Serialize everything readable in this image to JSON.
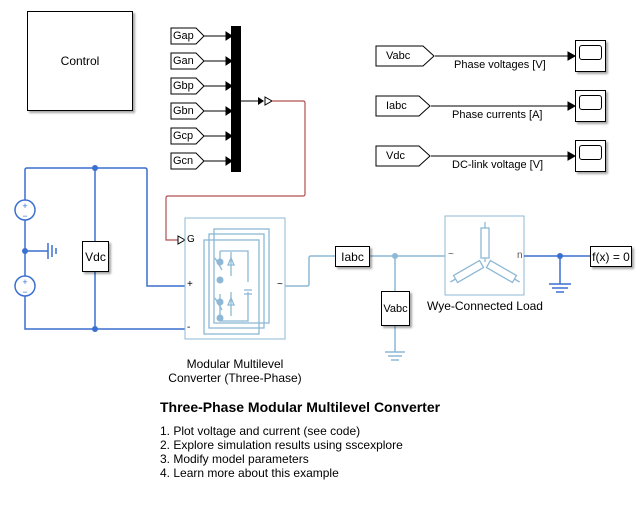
{
  "title": "Three-Phase Modular Multilevel Converter",
  "blocks": {
    "control": "Control",
    "gate_inputs": [
      "Gap",
      "Gan",
      "Gbp",
      "Gbn",
      "Gcp",
      "Gcn"
    ],
    "scope_inputs": [
      {
        "tag": "Vabc",
        "caption": "Phase voltages [V]"
      },
      {
        "tag": "Iabc",
        "caption": "Phase currents [A]"
      },
      {
        "tag": "Vdc",
        "caption": "DC-link voltage [V]"
      }
    ],
    "vdc_sensor": "Vdc",
    "mmc_port_g": "G",
    "mmc_port_plus": "+",
    "mmc_port_minus": "-",
    "mmc_port_ac": "~",
    "mmc_caption_1": "Modular Multilevel",
    "mmc_caption_2": "Converter (Three-Phase)",
    "iabc_sensor": "Iabc",
    "vabc_sensor": "Vabc",
    "load_caption": "Wye-Connected Load",
    "load_port_ac": "~",
    "load_port_n": "n",
    "solver": "f(x) = 0"
  },
  "links": [
    "1. Plot voltage and current (see code)",
    "2. Explore simulation results using sscexplore",
    "3. Modify model parameters",
    "4. Learn more about this example"
  ],
  "colors": {
    "electrical": "#3b6fd1",
    "physical": "#8db8d6",
    "signal": "#000000",
    "gate_bus": "#b05050"
  }
}
